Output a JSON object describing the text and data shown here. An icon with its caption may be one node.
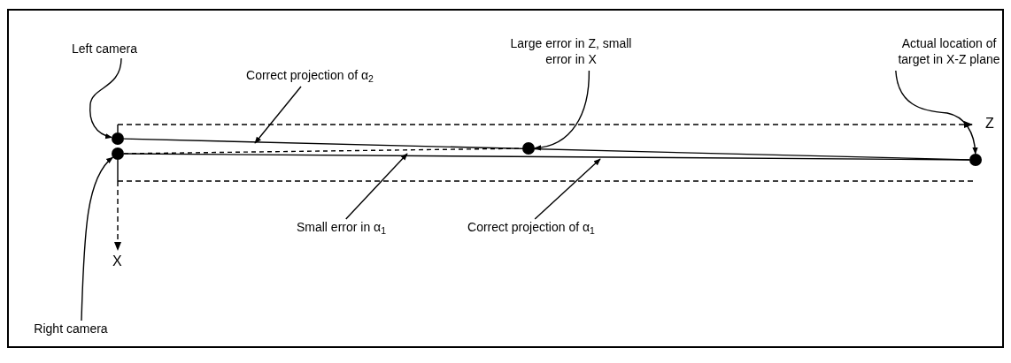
{
  "diagram": {
    "nodes": [
      {
        "text": [
          "Left camera"
        ]
      },
      {
        "text": [],
        "shape": "circle"
      },
      {
        "text": [],
        "shape": "circle"
      },
      {
        "text": [
          "Right camera"
        ]
      },
      {
        "text": [
          "Correct projection of α$_{2}$"
        ]
      },
      {
        "text": [
          "Large error in Z, small error in X"
        ]
      },
      {
        "text": [],
        "shape": "circle"
      },
      {
        "text": [
          "Actual location of target in X-Z plane"
        ]
      },
      {
        "text": [],
        "shape": "circle"
      },
      {
        "text": [
          "Small error in α$_{1}$"
        ]
      },
      {
        "text": [
          "Correct projection of α$_{1}$"
        ]
      }
    ],
    "edges": [
      {
        "from": 0,
        "to": 1,
        "arrow": "to"
      },
      {
        "from": 3,
        "to": 2,
        "arrow": "to"
      },
      {
        "from": 4,
        "to": null,
        "arrow": "to"
      },
      {
        "from": 5,
        "to": 6,
        "arrow": "to"
      },
      {
        "from": 7,
        "to": 8,
        "arrow": "to"
      },
      {
        "from": 9,
        "to": null,
        "arrow": "to"
      },
      {
        "from": 10,
        "to": null,
        "arrow": "to"
      },
      {
        "from": 1,
        "to": 8,
        "arrow": "none"
      },
      {
        "from": 2,
        "to": 8,
        "arrow": "none"
      },
      {
        "from": 2,
        "to": 6,
        "arrow": "none",
        "style": "dashed"
      }
    ],
    "labels": [
      "Z",
      "X"
    ]
  }
}
